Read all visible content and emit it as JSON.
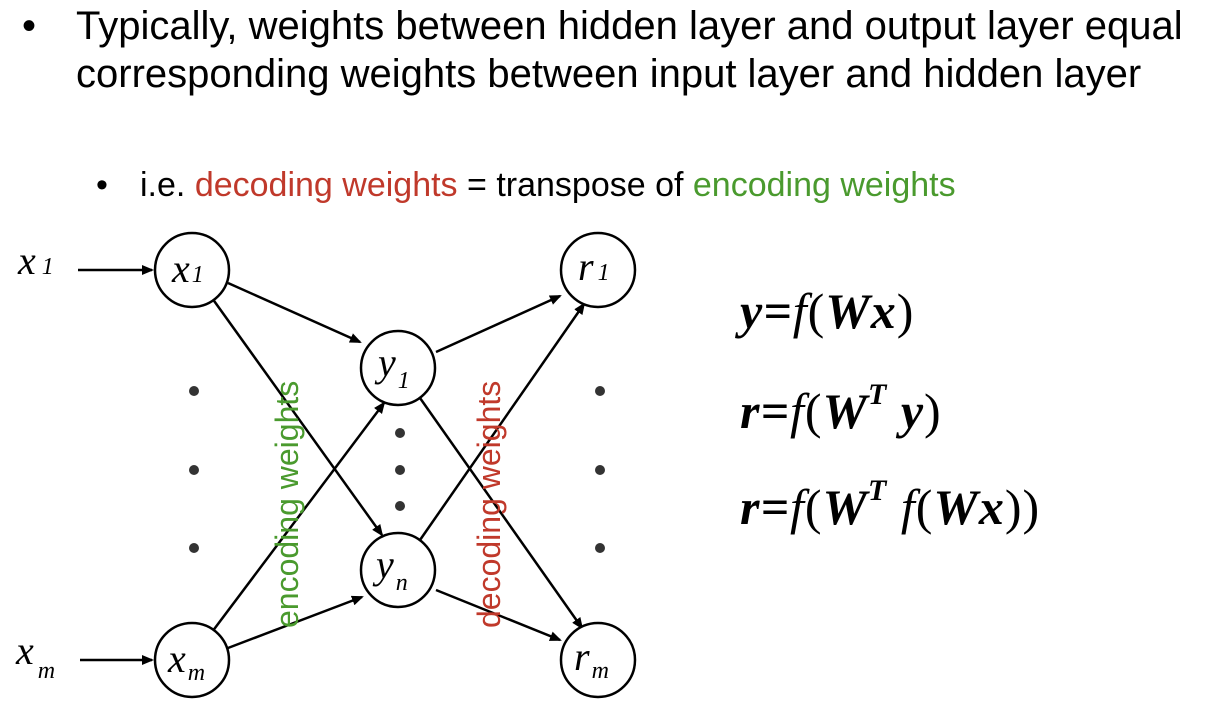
{
  "bullets": {
    "main": "Typically, weights between hidden layer and output layer equal corresponding weights between input layer and hidden layer",
    "sub_prefix": "i.e.",
    "sub_decoding": "decoding weights",
    "sub_equals": "= transpose of",
    "sub_encoding": "encoding weights"
  },
  "diagram": {
    "input_labels": {
      "x": "x",
      "sub1": "1",
      "subm": "m"
    },
    "nodes": {
      "x1": {
        "main": "x",
        "sub": "1"
      },
      "xm": {
        "main": "x",
        "sub": "m"
      },
      "y1": {
        "main": "y",
        "sub": "1"
      },
      "yn": {
        "main": "y",
        "sub": "n"
      },
      "r1": {
        "main": "r",
        "sub": "1"
      },
      "rm": {
        "main": "r",
        "sub": "m"
      }
    },
    "encoding_label": "encoding weights",
    "decoding_label": "decoding weights",
    "colors": {
      "encoding": "#4a9a2e",
      "decoding": "#c0392b"
    }
  },
  "equations": {
    "eq1": {
      "lhs": "y",
      "eq": "=",
      "f": "f",
      "open": "(",
      "body": "Wx",
      "close": ")"
    },
    "eq2": {
      "lhs": "r",
      "eq": "=",
      "f": "f",
      "open": "(",
      "W": "W",
      "T": "T",
      "body": "y",
      "close": ")"
    },
    "eq3": {
      "lhs": "r",
      "eq": "=",
      "f": "f",
      "open": "(",
      "W": "W",
      "T": "T",
      "f2": "f",
      "open2": "(",
      "body": "Wx",
      "close": "))"
    }
  }
}
